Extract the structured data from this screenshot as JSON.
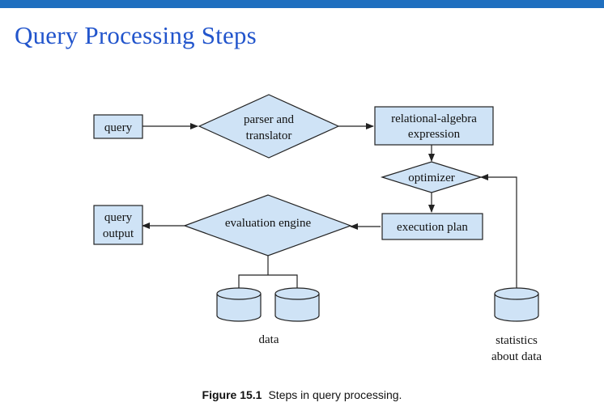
{
  "slide": {
    "title": "Query Processing Steps"
  },
  "diagram": {
    "fill_color": "#cfe3f6",
    "stroke_color": "#222222",
    "nodes": {
      "query": "query",
      "parser_line1": "parser and",
      "parser_line2": "translator",
      "relalg_line1": "relational-algebra",
      "relalg_line2": "expression",
      "optimizer": "optimizer",
      "execution_plan": "execution plan",
      "evaluation_engine": "evaluation engine",
      "output_line1": "query",
      "output_line2": "output",
      "data": "data",
      "stats_line1": "statistics",
      "stats_line2": "about data"
    }
  },
  "caption": {
    "label": "Figure 15.1",
    "text": "Steps in query processing."
  }
}
